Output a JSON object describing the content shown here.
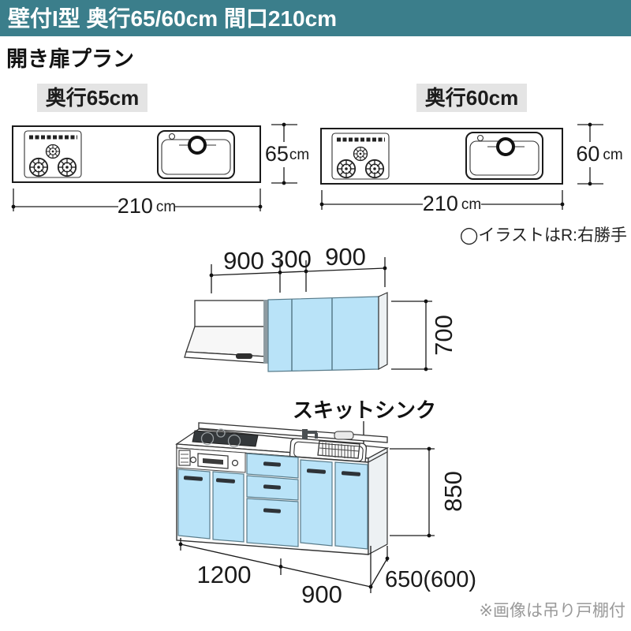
{
  "header": {
    "title": "壁付I型 奥行65/60cm 間口210cm"
  },
  "plan": {
    "title": "開き扉プラン"
  },
  "top_views": {
    "left": {
      "label": "奥行65cm",
      "width": {
        "value": "210",
        "unit": "cm"
      },
      "depth": {
        "value": "65",
        "unit": "cm"
      }
    },
    "right": {
      "label": "奥行60cm",
      "width": {
        "value": "210",
        "unit": "cm"
      },
      "depth": {
        "value": "60",
        "unit": "cm"
      }
    },
    "note": "◯イラストはR:右勝手"
  },
  "elevation": {
    "wall_cabinet": {
      "widths": [
        "900",
        "300",
        "900"
      ],
      "height": "700"
    },
    "base_cabinet": {
      "sink_label": "スキットシンク",
      "height": "850",
      "widths": [
        "1200",
        "900"
      ],
      "depth": "650(600)"
    }
  },
  "footer": {
    "note": "※画像は吊り戸棚付"
  },
  "colors": {
    "accent": "#3b7e8b",
    "cabinet_blue": "#b9e3f8",
    "label_bg": "#e4e4e4",
    "note_gray": "#9a9a9a"
  }
}
